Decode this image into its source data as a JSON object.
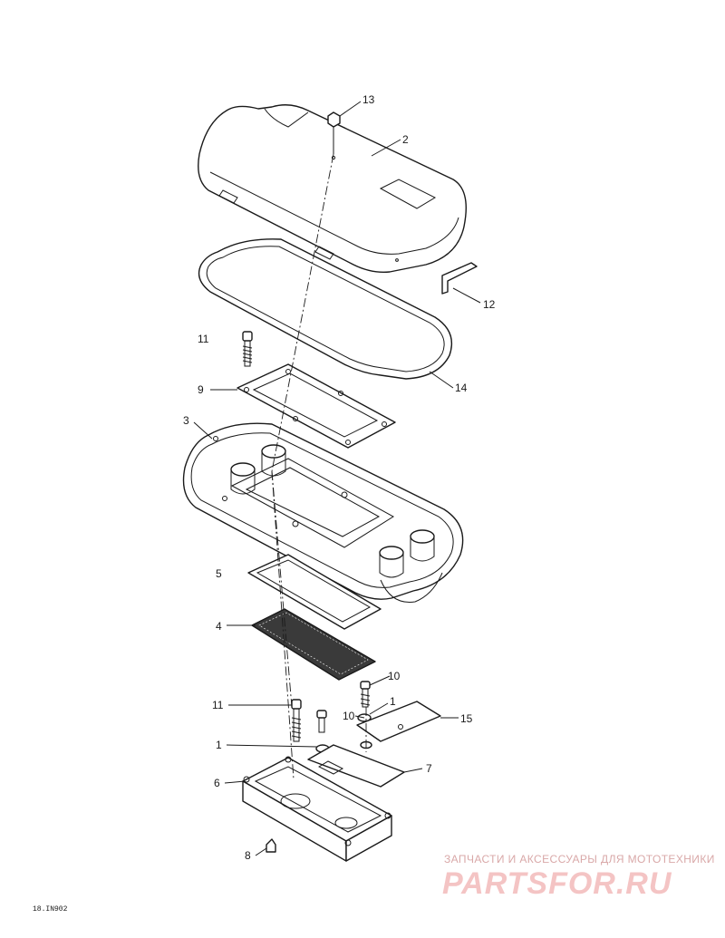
{
  "callouts": [
    {
      "id": "13",
      "label": "13"
    },
    {
      "id": "2",
      "label": "2"
    },
    {
      "id": "12",
      "label": "12"
    },
    {
      "id": "11a",
      "label": "11"
    },
    {
      "id": "14",
      "label": "14"
    },
    {
      "id": "9",
      "label": "9"
    },
    {
      "id": "3",
      "label": "3"
    },
    {
      "id": "5",
      "label": "5"
    },
    {
      "id": "4",
      "label": "4"
    },
    {
      "id": "10a",
      "label": "10"
    },
    {
      "id": "11b",
      "label": "11"
    },
    {
      "id": "1a",
      "label": "1"
    },
    {
      "id": "10b",
      "label": "10"
    },
    {
      "id": "15",
      "label": "15"
    },
    {
      "id": "1b",
      "label": "1"
    },
    {
      "id": "7",
      "label": "7"
    },
    {
      "id": "6",
      "label": "6"
    },
    {
      "id": "8",
      "label": "8"
    }
  ],
  "watermark": {
    "tagline": "ЗАПЧАСТИ И АКСЕССУАРЫ ДЛЯ МОТОТЕХНИКИ",
    "logo": "PARTSFOR.RU",
    "tagline_color": "#d9a8a8",
    "logo_color": "#f4c4c4"
  },
  "reference_code": "18.IN902"
}
